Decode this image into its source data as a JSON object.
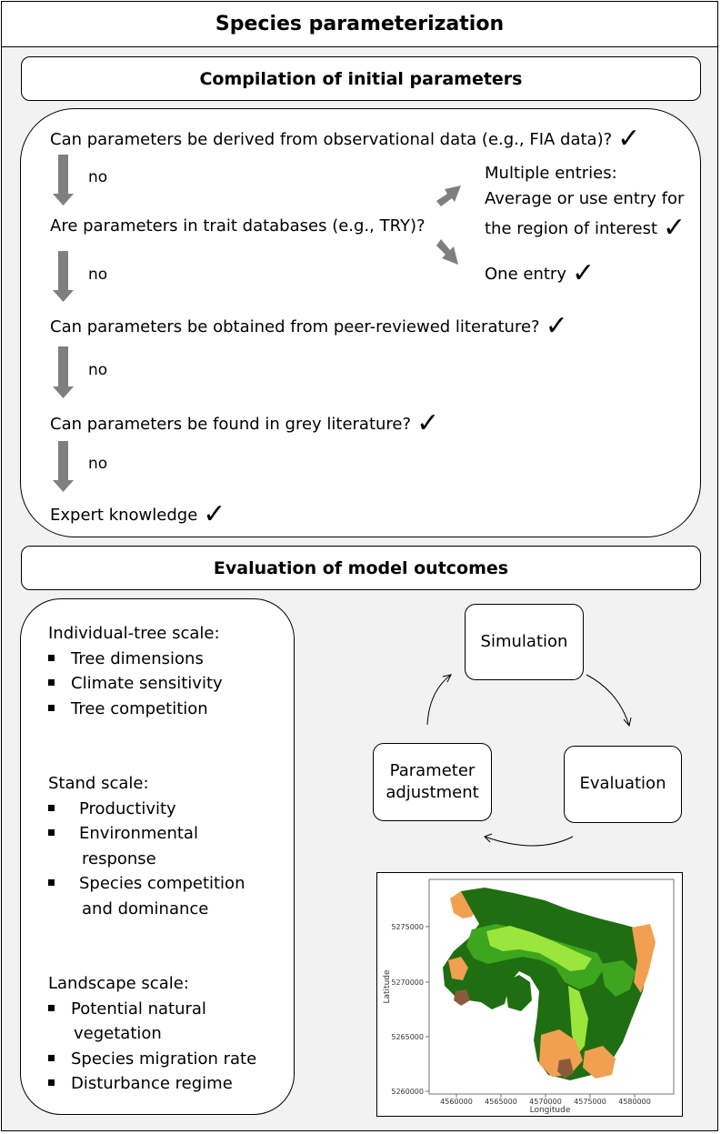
{
  "title": "Species parameterization",
  "compilation": {
    "header": "Compilation of initial parameters",
    "q1": "Can parameters be derived from observational data (e.g., FIA data)?",
    "q2": "Are parameters in trait databases (e.g., TRY)?",
    "q3": "Can parameters be obtained from peer-reviewed literature?",
    "q4": "Can parameters be found in grey literature?",
    "q5": "Expert knowledge",
    "no_label": "no",
    "multi_line1": "Multiple entries:",
    "multi_line2": "Average or use entry for",
    "multi_line3": "the region of interest",
    "one_entry": "One entry",
    "check": "✓"
  },
  "evaluation": {
    "header": "Evaluation of model outcomes",
    "individual_title": "Individual-tree scale:",
    "individual_items": [
      "Tree dimensions",
      "Climate sensitivity",
      "Tree competition"
    ],
    "stand_title": "Stand scale:",
    "stand_items": [
      "Productivity",
      "Environmental",
      "response",
      "Species competition",
      "and dominance"
    ],
    "landscape_title": "Landscape scale:",
    "landscape_items": [
      "Potential natural",
      "vegetation",
      "Species migration rate",
      "Disturbance regime"
    ],
    "cycle": {
      "simulation": "Simulation",
      "evaluation": "Evaluation",
      "param_line1": "Parameter",
      "param_line2": "adjustment"
    }
  },
  "map": {
    "xlabel": "Longitude",
    "ylabel": "Latitude",
    "x_ticks": [
      "4560000",
      "4565000",
      "4570000",
      "4575000",
      "4580000"
    ],
    "y_ticks": [
      "5275000",
      "5270000",
      "5265000",
      "5260000"
    ],
    "colors": {
      "dark_green": "#1f6e12",
      "green": "#3ea51f",
      "light_green": "#9be63c",
      "orange": "#f0a050",
      "brown": "#8b5a3c"
    }
  }
}
